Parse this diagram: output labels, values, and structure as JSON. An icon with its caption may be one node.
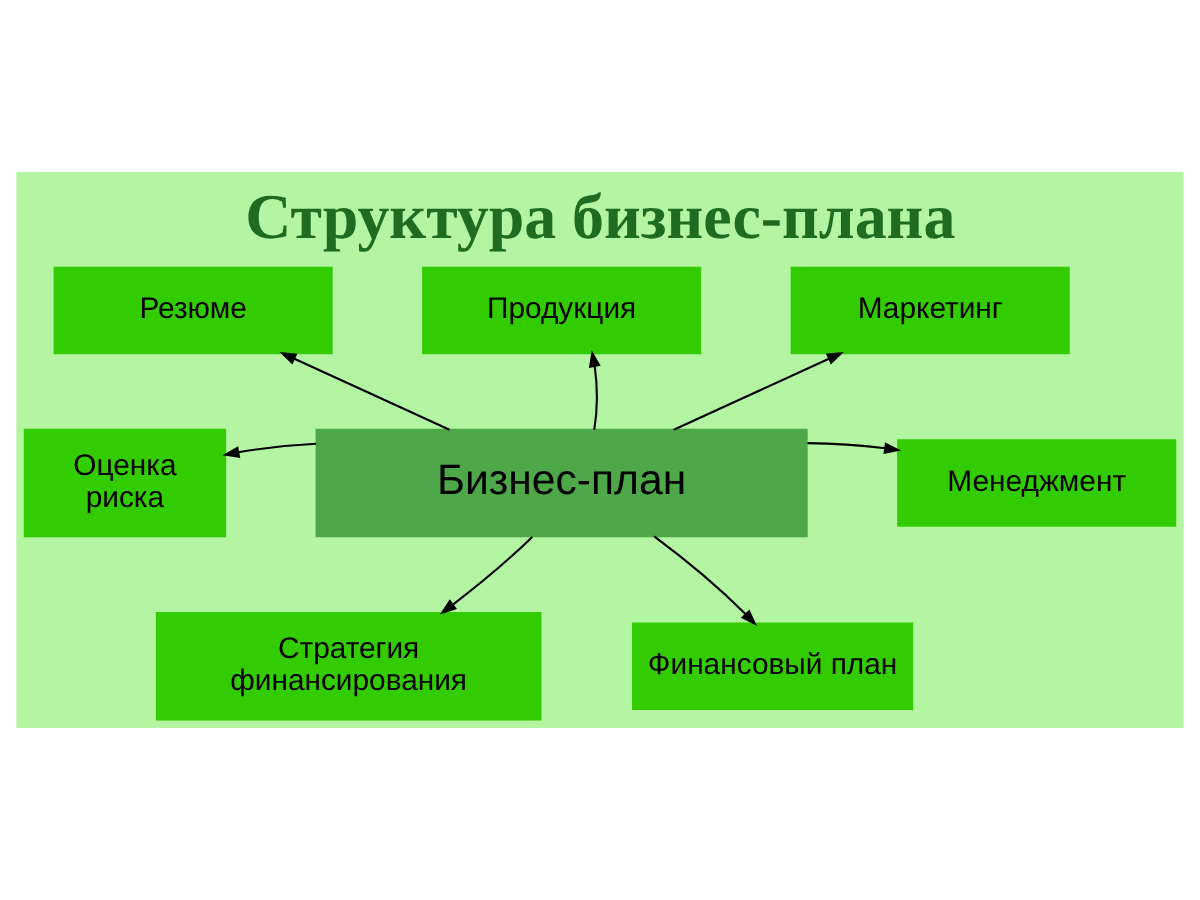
{
  "diagram": {
    "title": "Структура бизнес-плана",
    "nodes": [
      {
        "text": [
          "Бизнес-план"
        ]
      },
      {
        "text": [
          "Резюме"
        ]
      },
      {
        "text": [
          "Продукция"
        ]
      },
      {
        "text": [
          "Маркетинг"
        ]
      },
      {
        "text": [
          "Оценка риска"
        ]
      },
      {
        "text": [
          "Менеджмент"
        ]
      },
      {
        "text": [
          "Стратегия финансирования"
        ]
      },
      {
        "text": [
          "Финансовый план"
        ]
      }
    ],
    "edges": [
      {
        "from": 0,
        "to": 1,
        "arrow": "to"
      },
      {
        "from": 0,
        "to": 2,
        "arrow": "to"
      },
      {
        "from": 0,
        "to": 3,
        "arrow": "to"
      },
      {
        "from": 0,
        "to": 4,
        "arrow": "to"
      },
      {
        "from": 0,
        "to": 5,
        "arrow": "to"
      },
      {
        "from": 0,
        "to": 6,
        "arrow": "to"
      },
      {
        "from": 0,
        "to": 7,
        "arrow": "to"
      }
    ]
  }
}
